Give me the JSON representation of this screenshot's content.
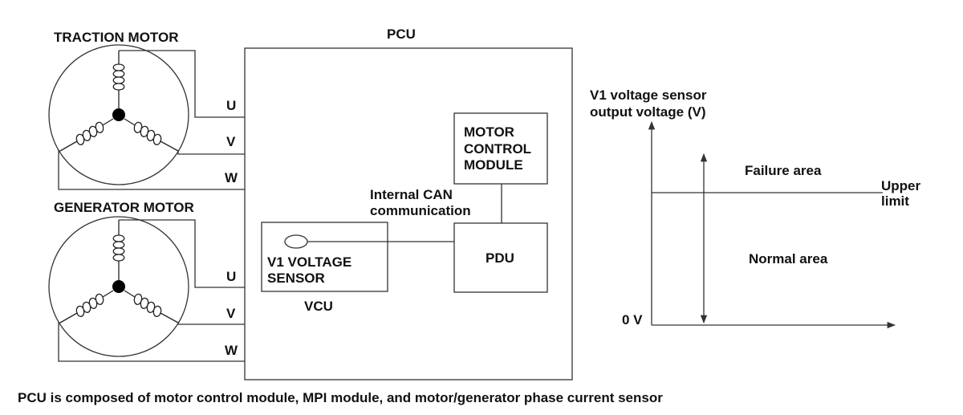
{
  "pcu": {
    "title": "PCU"
  },
  "traction_motor": {
    "title": "TRACTION MOTOR",
    "u": "U",
    "v": "V",
    "w": "W"
  },
  "generator_motor": {
    "title": "GENERATOR MOTOR",
    "u": "U",
    "v": "V",
    "w": "W"
  },
  "motor_control_module": {
    "line1": "MOTOR",
    "line2": "CONTROL",
    "line3": "MODULE"
  },
  "can_label": {
    "line1": "Internal CAN",
    "line2": "communication"
  },
  "pdu": {
    "label": "PDU"
  },
  "vcu": {
    "label": "VCU",
    "sensor_line1": "V1 VOLTAGE",
    "sensor_line2": "SENSOR"
  },
  "graph": {
    "ylabel_line1": "V1 voltage sensor",
    "ylabel_line2": "output voltage (V)",
    "failure_area": "Failure area",
    "normal_area": "Normal area",
    "upper_limit_line1": "Upper",
    "upper_limit_line2": "limit",
    "zero": "0 V"
  },
  "caption": "PCU is composed of motor control module, MPI module, and motor/generator phase current sensor"
}
